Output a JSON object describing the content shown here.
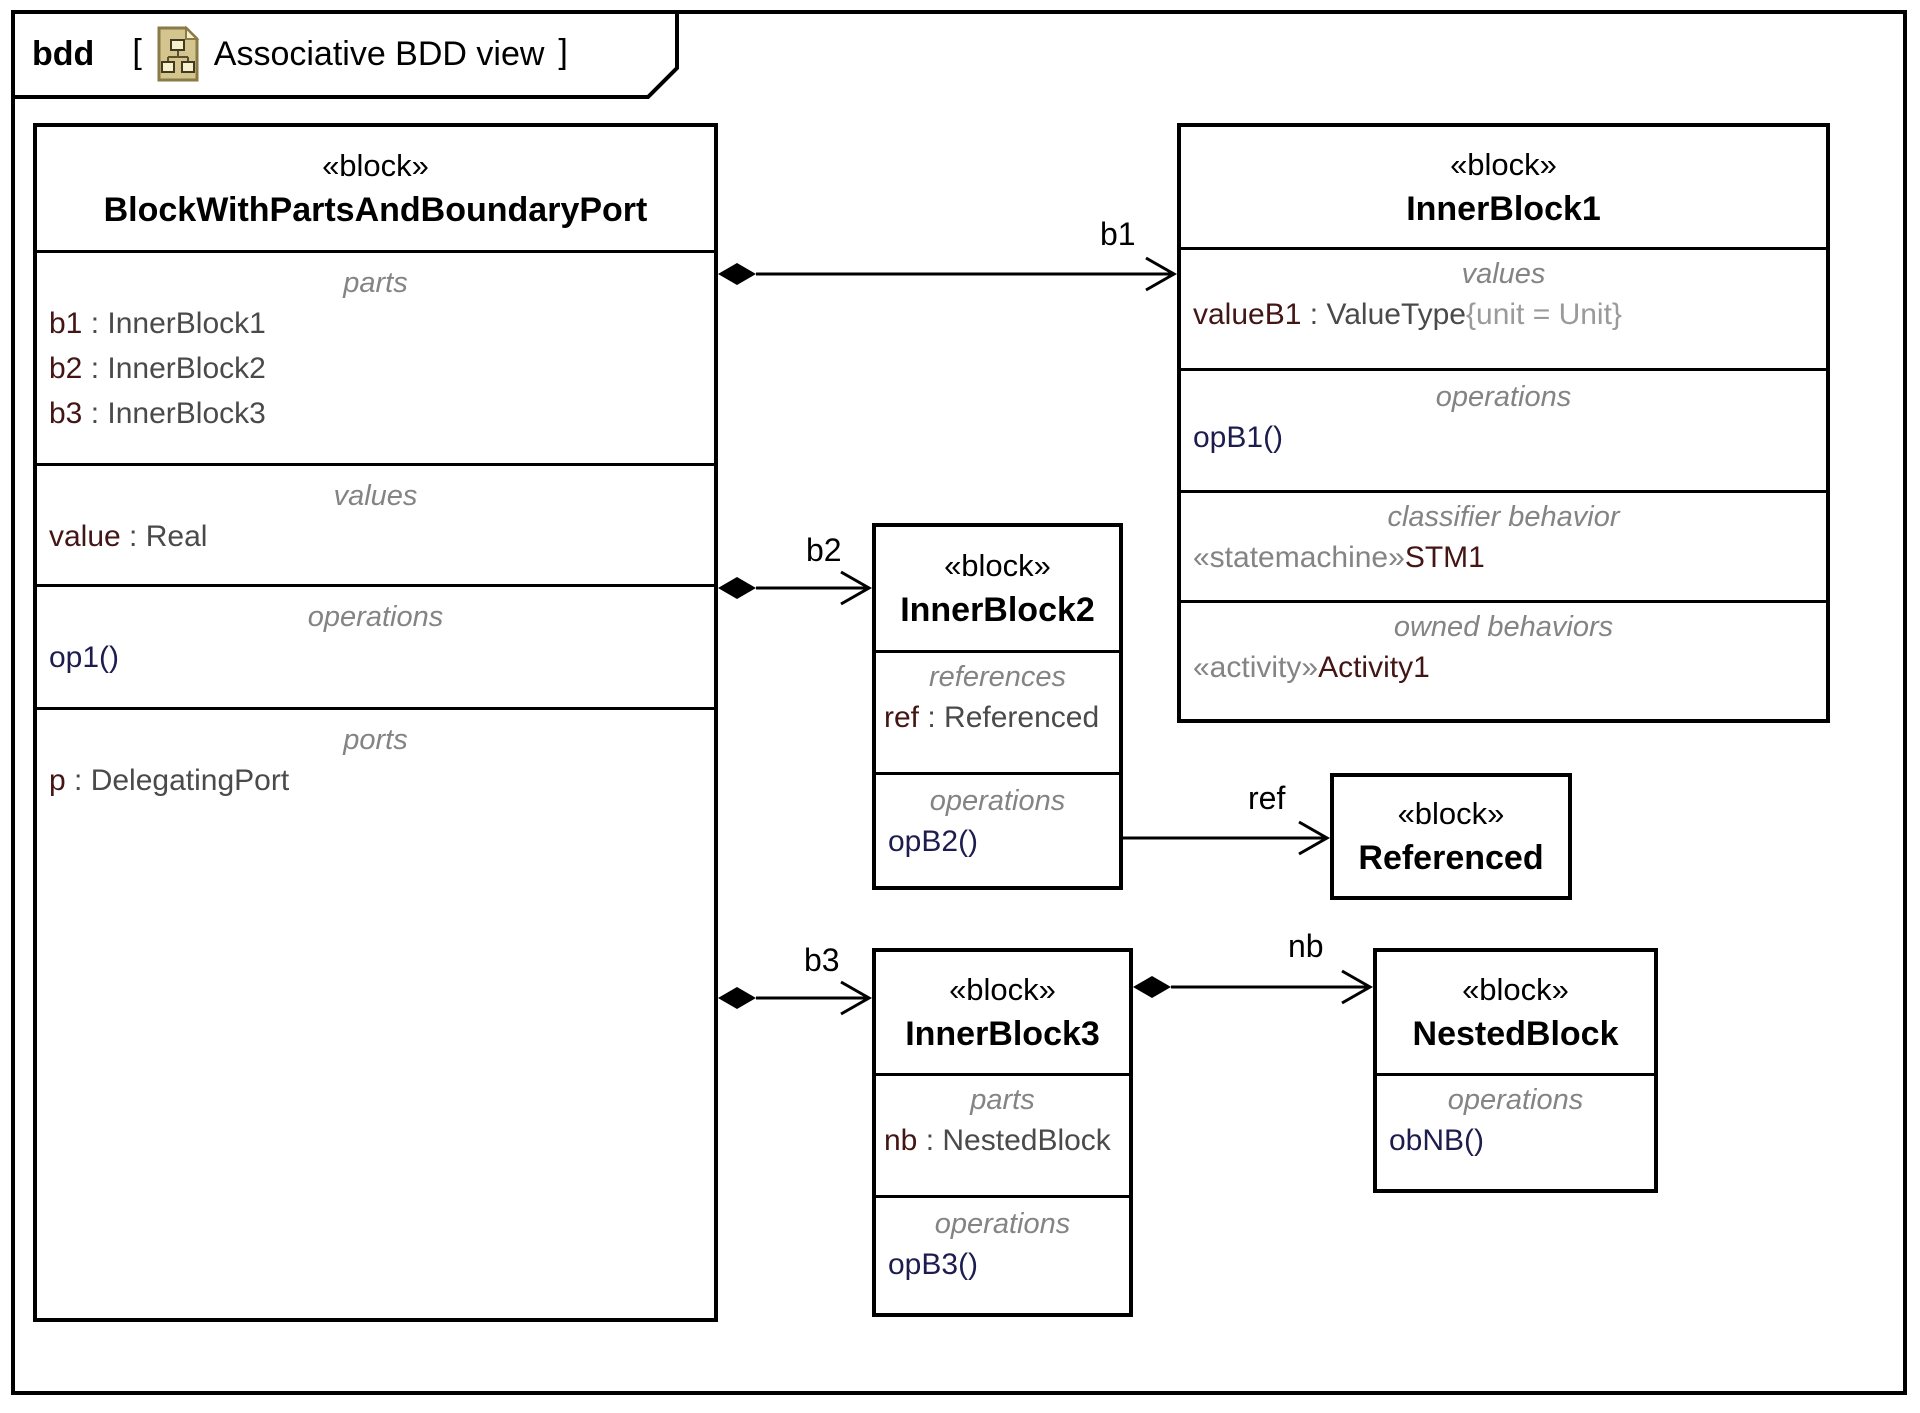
{
  "frame": {
    "kind": "bdd",
    "open_bracket": "[",
    "close_bracket": "]",
    "diagram_name": "Associative BDD view",
    "icon": "bdd-diagram-icon"
  },
  "colors": {
    "border": "#000000",
    "property_name": "#431514",
    "property_type": "#4a4a4a",
    "constraint": "#9a9a9a",
    "compartment_label": "#848484",
    "operation": "#1c1c4e",
    "icon_fill": "#d4c48e",
    "icon_border": "#8a7a45",
    "icon_square_fill": "#f7f0cc"
  },
  "blocks": {
    "main": {
      "stereotype": "«block»",
      "name": "BlockWithPartsAndBoundaryPort",
      "parts": {
        "label": "parts",
        "items": [
          {
            "name": "b1",
            "sep": " : ",
            "type": "InnerBlock1"
          },
          {
            "name": "b2",
            "sep": " : ",
            "type": "InnerBlock2"
          },
          {
            "name": "b3",
            "sep": " : ",
            "type": "InnerBlock3"
          }
        ]
      },
      "values": {
        "label": "values",
        "items": [
          {
            "name": "value",
            "sep": " : ",
            "type": "Real"
          }
        ]
      },
      "operations": {
        "label": "operations",
        "items": [
          {
            "signature": "op1()"
          }
        ]
      },
      "ports": {
        "label": "ports",
        "items": [
          {
            "name": "p",
            "sep": " : ",
            "type": "DelegatingPort"
          }
        ]
      }
    },
    "inner1": {
      "stereotype": "«block»",
      "name": "InnerBlock1",
      "values": {
        "label": "values",
        "items": [
          {
            "name": "valueB1",
            "sep": " : ",
            "type": "ValueType",
            "constraint": "{unit = Unit}"
          }
        ]
      },
      "operations": {
        "label": "operations",
        "items": [
          {
            "signature": "opB1()"
          }
        ]
      },
      "classifier_behavior": {
        "label": "classifier behavior",
        "items": [
          {
            "stereotype": "«statemachine»",
            "name": "STM1"
          }
        ]
      },
      "owned_behaviors": {
        "label": "owned behaviors",
        "items": [
          {
            "stereotype": "«activity»",
            "name": "Activity1"
          }
        ]
      }
    },
    "inner2": {
      "stereotype": "«block»",
      "name": "InnerBlock2",
      "references": {
        "label": "references",
        "items": [
          {
            "name": "ref",
            "sep": " : ",
            "type": "Referenced"
          }
        ]
      },
      "operations": {
        "label": "operations",
        "items": [
          {
            "signature": "opB2()"
          }
        ]
      }
    },
    "referenced": {
      "stereotype": "«block»",
      "name": "Referenced"
    },
    "inner3": {
      "stereotype": "«block»",
      "name": "InnerBlock3",
      "parts": {
        "label": "parts",
        "items": [
          {
            "name": "nb",
            "sep": " : ",
            "type": "NestedBlock"
          }
        ]
      },
      "operations": {
        "label": "operations",
        "items": [
          {
            "signature": "opB3()"
          }
        ]
      }
    },
    "nested": {
      "stereotype": "«block»",
      "name": "NestedBlock",
      "operations": {
        "label": "operations",
        "items": [
          {
            "signature": "obNB()"
          }
        ]
      }
    }
  },
  "associations": [
    {
      "label": "b1",
      "from": "BlockWithPartsAndBoundaryPort",
      "to": "InnerBlock1",
      "kind": "composite"
    },
    {
      "label": "b2",
      "from": "BlockWithPartsAndBoundaryPort",
      "to": "InnerBlock2",
      "kind": "composite"
    },
    {
      "label": "b3",
      "from": "BlockWithPartsAndBoundaryPort",
      "to": "InnerBlock3",
      "kind": "composite"
    },
    {
      "label": "ref",
      "from": "InnerBlock2",
      "to": "Referenced",
      "kind": "reference"
    },
    {
      "label": "nb",
      "from": "InnerBlock3",
      "to": "NestedBlock",
      "kind": "composite"
    }
  ]
}
